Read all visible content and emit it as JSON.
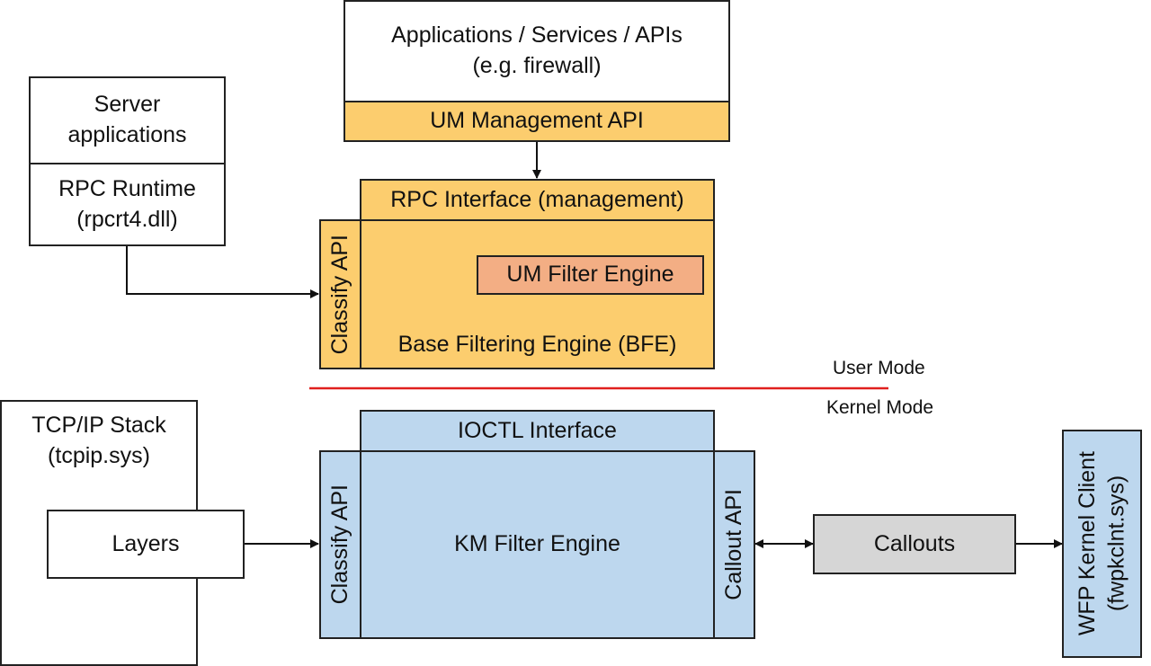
{
  "apps": {
    "line1": "Applications / Services / APIs",
    "line2": "(e.g. firewall)"
  },
  "um_management_api": "UM Management API",
  "server_apps": {
    "line1": "Server",
    "line2": "applications"
  },
  "rpc_runtime": {
    "line1": "RPC Runtime",
    "line2": "(rpcrt4.dll)"
  },
  "rpc_interface": "RPC Interface (management)",
  "classify_api_um": "Classify API",
  "um_filter_engine": "UM Filter Engine",
  "bfe": "Base Filtering Engine (BFE)",
  "user_mode": "User Mode",
  "kernel_mode": "Kernel Mode",
  "tcpip": {
    "line1": "TCP/IP Stack",
    "line2": "(tcpip.sys)"
  },
  "layers": "Layers",
  "ioctl_interface": "IOCTL Interface",
  "classify_api_km": "Classify API",
  "km_filter_engine": "KM Filter Engine",
  "callout_api": "Callout API",
  "callouts": "Callouts",
  "wfp_client": {
    "line1": "WFP Kernel Client",
    "line2": "(fwpkclnt.sys)"
  },
  "colors": {
    "orange": "#fccd6e",
    "salmon": "#f3ae84",
    "blue": "#bdd7ee",
    "gray": "#d6d6d6",
    "mode_line": "#e0201e"
  }
}
